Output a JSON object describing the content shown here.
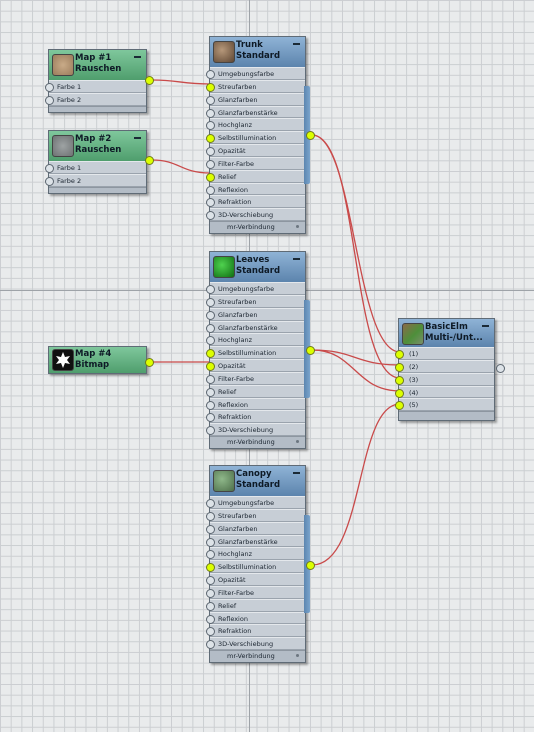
{
  "colors": {
    "wire": "#c94a4a",
    "port_active": "#dcff00",
    "map_header": "#5fae7d",
    "material_header": "#7199c2",
    "grid_background": "#e9ebec"
  },
  "maps": [
    {
      "title_line1": "Map #1",
      "title_line2": "Rauschen",
      "thumb_icon": "noise-thumbnail-icon",
      "slots": [
        "Farbe 1",
        "Farbe 2"
      ]
    },
    {
      "title_line1": "Map #2",
      "title_line2": "Rauschen",
      "thumb_icon": "noise-thumbnail-icon",
      "slots": [
        "Farbe 1",
        "Farbe 2"
      ]
    },
    {
      "title_line1": "Map #4",
      "title_line2": "Bitmap",
      "thumb_icon": "leaf-bitmap-icon"
    }
  ],
  "materials": [
    {
      "title_line1": "Trunk",
      "title_line2": "Standard",
      "thumb_icon": "bark-thumbnail-icon",
      "footer": "mr-Verbindung",
      "slots": [
        "Umgebungsfarbe",
        "Streufarben",
        "Glanzfarben",
        "Glanzfarbenstärke",
        "Hochglanz",
        "Selbstillumination",
        "Opazität",
        "Filter-Farbe",
        "Relief",
        "Reflexion",
        "Refraktion",
        "3D-Verschiebung"
      ]
    },
    {
      "title_line1": "Leaves",
      "title_line2": "Standard",
      "thumb_icon": "green-sphere-icon",
      "footer": "mr-Verbindung",
      "slots": [
        "Umgebungsfarbe",
        "Streufarben",
        "Glanzfarben",
        "Glanzfarbenstärke",
        "Hochglanz",
        "Selbstillumination",
        "Opazität",
        "Filter-Farbe",
        "Relief",
        "Reflexion",
        "Refraktion",
        "3D-Verschiebung"
      ]
    },
    {
      "title_line1": "Canopy",
      "title_line2": "Standard",
      "thumb_icon": "canopy-sphere-icon",
      "footer": "mr-Verbindung",
      "slots": [
        "Umgebungsfarbe",
        "Streufarben",
        "Glanzfarben",
        "Glanzfarbenstärke",
        "Hochglanz",
        "Selbstillumination",
        "Opazität",
        "Filter-Farbe",
        "Relief",
        "Reflexion",
        "Refraktion",
        "3D-Verschiebung"
      ]
    }
  ],
  "multi": {
    "title_line1": "BasicElm",
    "title_line2": "Multi-/Unt...",
    "thumb_icon": "multi-material-thumbnail-icon",
    "slots": [
      "(1)",
      "(2)",
      "(3)",
      "(4)",
      "(5)"
    ]
  }
}
